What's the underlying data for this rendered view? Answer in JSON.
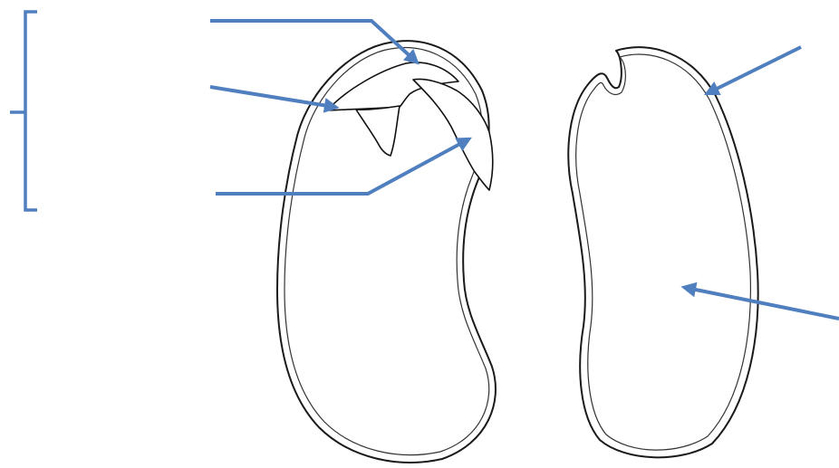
{
  "colors": {
    "outline": "#1a1a1a",
    "arrow": "#4f7fbf",
    "background": "#ffffff"
  },
  "figure": {
    "seeds": [
      {
        "name": "seed-with-embryo",
        "parts": [
          "seed-coat",
          "cotyledon",
          "plumule",
          "radicle"
        ]
      },
      {
        "name": "seed-exterior"
      }
    ],
    "pointers": [
      {
        "name": "pointer-plumule-tip"
      },
      {
        "name": "pointer-embryo-leaf"
      },
      {
        "name": "pointer-radicle"
      },
      {
        "name": "pointer-seed-coat"
      },
      {
        "name": "pointer-cotyledon"
      }
    ],
    "brackets": [
      {
        "name": "embryo-bracket"
      }
    ],
    "labels_visible": false
  }
}
